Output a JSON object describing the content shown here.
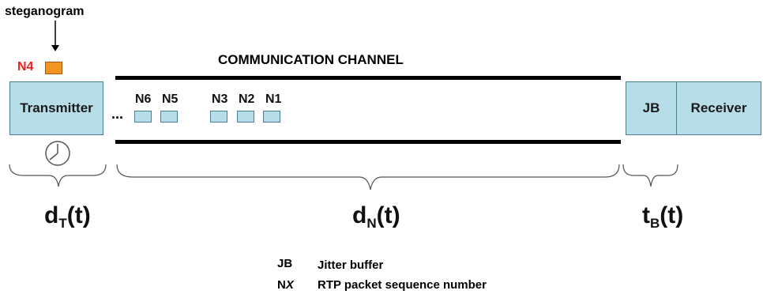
{
  "steganogram_label": "steganogram",
  "injected_packet": {
    "label": "N4",
    "color": "#e8231f",
    "fill": "#f39422"
  },
  "channel_title": "COMMUNICATION CHANNEL",
  "transmitter_label": "Transmitter",
  "ellipsis": "...",
  "packets": [
    "N6",
    "N5",
    "N3",
    "N2",
    "N1"
  ],
  "jb_label": "JB",
  "receiver_label": "Receiver",
  "delays": {
    "transmitter": {
      "base": "d",
      "sub": "T",
      "suffix": "(t)"
    },
    "network": {
      "base": "d",
      "sub": "N",
      "suffix": "(t)"
    },
    "buffer": {
      "base": "t",
      "sub": "B",
      "suffix": "(t)"
    }
  },
  "legend": [
    {
      "key": "JB",
      "key_prefix": "",
      "key_italic": "",
      "value": "Jitter buffer"
    },
    {
      "key": "NX",
      "key_prefix": "N",
      "key_italic": "X",
      "value": "RTP packet sequence number"
    }
  ]
}
